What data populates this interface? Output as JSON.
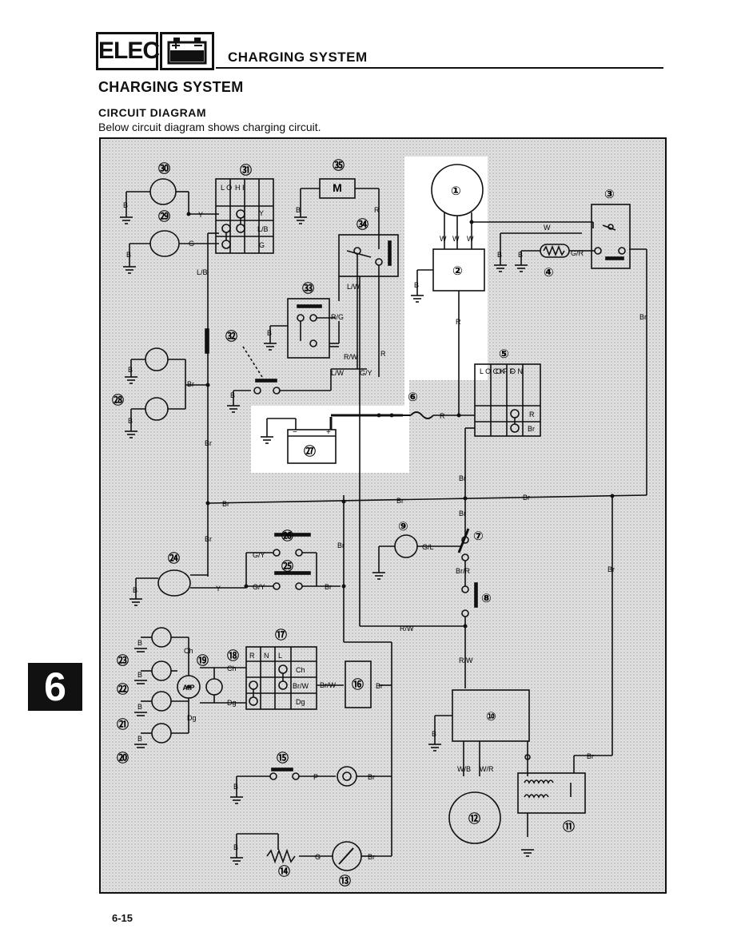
{
  "header": {
    "section_tag": "ELEC",
    "battery_icon": "battery-icon",
    "title": "CHARGING SYSTEM"
  },
  "section_title": "CHARGING SYSTEM",
  "subsection_title": "CIRCUIT DIAGRAM",
  "intro_text": "Below circuit diagram shows charging circuit.",
  "chapter_tab": "6",
  "page_number": "6-15",
  "diagram": {
    "callouts": [
      "①",
      "②",
      "③",
      "④",
      "⑤",
      "⑥",
      "⑦",
      "⑧",
      "⑨",
      "⑩",
      "⑪",
      "⑫",
      "⑬",
      "⑭",
      "⑮",
      "⑯",
      "⑰",
      "⑱",
      "⑲",
      "⑳",
      "㉑",
      "㉒",
      "㉓",
      "㉔",
      "㉕",
      "㉖",
      "㉗",
      "㉘",
      "㉙",
      "㉚",
      "㉛",
      "㉜",
      "㉝",
      "㉞",
      "㉟"
    ],
    "wire_labels": {
      "b": "B",
      "w": "W",
      "r": "R",
      "br": "Br",
      "y": "Y",
      "g": "G",
      "lb": "L/B",
      "gr": "G/R",
      "rg": "R/G",
      "lw": "L/W",
      "rw": "R/W",
      "gy": "G/Y",
      "gl": "G/L",
      "brr": "Br/R",
      "ch": "Ch",
      "dg": "Dg",
      "brw": "Br/W",
      "wb": "W/B",
      "wr": "W/R",
      "p": "P"
    },
    "switch_31": {
      "lo": "L\nO",
      "hi": "H\nI",
      "y": "Y",
      "lb": "L/B",
      "g": "G"
    },
    "switch_5": {
      "lock": "L O C K",
      "off": "O F F",
      "on": "O N",
      "r": "R",
      "br": "Br"
    },
    "switch_17": {
      "r": "R",
      "n": "N",
      "l": "L",
      "ch": "Ch",
      "brw": "Br/W",
      "dg": "Dg"
    },
    "ap_label": "A.P",
    "motor_label": "M",
    "battery_plus": "+",
    "battery_minus": "−"
  }
}
